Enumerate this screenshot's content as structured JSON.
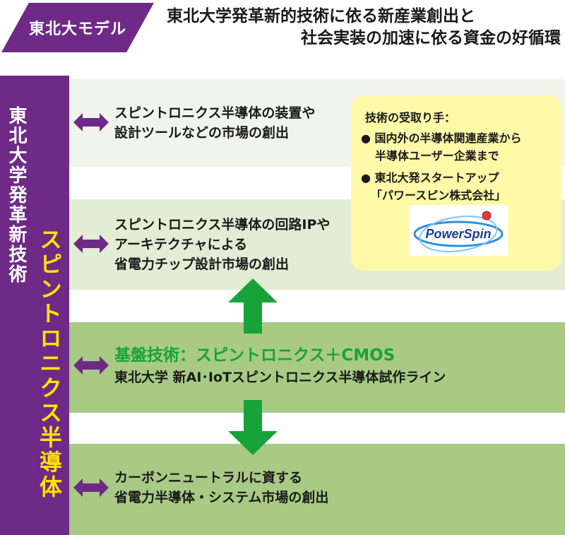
{
  "header": {
    "tag": "東北大モデル",
    "headline_line1": "東北大学発革新的技術に依る新産業創出と",
    "headline_line2": "社会実装の加速に依る資金の好循環"
  },
  "left_column": {
    "vertical_text_white": "東北大学発革新技術",
    "vertical_text_yellow": "スピントロニクス半導体"
  },
  "rows": [
    {
      "line1": "スピントロニクス半導体の装置や",
      "line2": "設計ツールなどの市場の創出"
    },
    {
      "line1": "スピントロニクス半導体の回路IPや",
      "line2": "アーキテクチャによる",
      "line3": "省電力チップ設計市場の創出"
    },
    {
      "line1": "基盤技術：スピントロニクス＋CMOS",
      "line2": "東北大学 新AI･IoTスピントロニクス半導体試作ライン"
    },
    {
      "line1": "カーボンニュートラルに資する",
      "line2": "省電力半導体・システム市場の創出"
    }
  ],
  "info_box": {
    "title": "技術の受取り手：",
    "bullet1_line1": "国内外の半導体関連産業から",
    "bullet1_line2": "半導体ユーザー企業まで",
    "bullet2_line1": "東北大発スタートアップ",
    "bullet2_line2": "「パワースピン株式会社」",
    "bullet_mark": "●",
    "logo_text": "PowerSpin"
  },
  "colors": {
    "purple": "#6e2a86",
    "yellow": "#ffe300",
    "green_text": "#17a33a",
    "green_arrow": "#17a33a",
    "row_light": "#f1f4ec",
    "row_mid": "#e3ecd4",
    "row_green": "#a8ca84",
    "box_yellow": "#fff9a8"
  }
}
